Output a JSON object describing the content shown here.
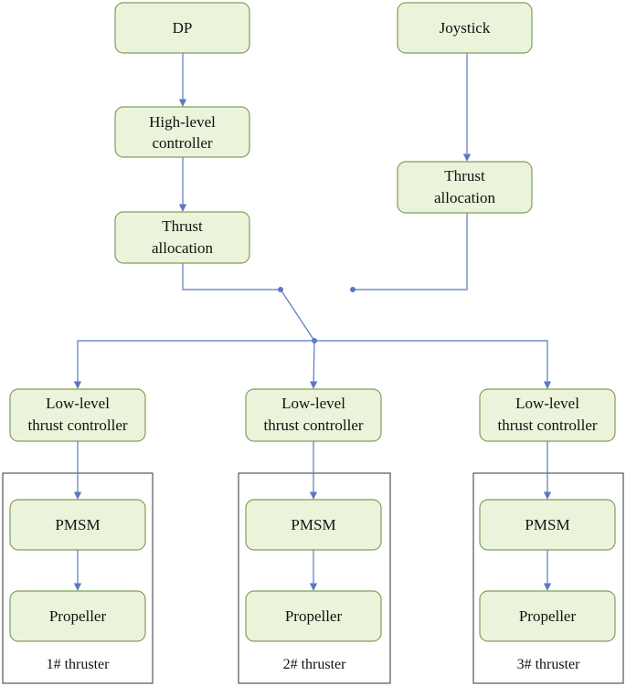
{
  "colors": {
    "node_fill": "#ebf3da",
    "node_stroke": "#7f9f5a",
    "connector": "#5b79c0",
    "frame": "#333333"
  },
  "nodes": {
    "dp": "DP",
    "joystick": "Joystick",
    "high_level_controller": [
      "High-level",
      "controller"
    ],
    "thrust_allocation_left": [
      "Thrust",
      "allocation"
    ],
    "thrust_allocation_right": [
      "Thrust",
      "allocation"
    ],
    "low_level_1": [
      "Low-level",
      "thrust controller"
    ],
    "low_level_2": [
      "Low-level",
      "thrust controller"
    ],
    "low_level_3": [
      "Low-level",
      "thrust controller"
    ],
    "pmsm_1": "PMSM",
    "pmsm_2": "PMSM",
    "pmsm_3": "PMSM",
    "propeller_1": "Propeller",
    "propeller_2": "Propeller",
    "propeller_3": "Propeller"
  },
  "thrusters": [
    "1# thruster",
    "2# thruster",
    "3# thruster"
  ]
}
